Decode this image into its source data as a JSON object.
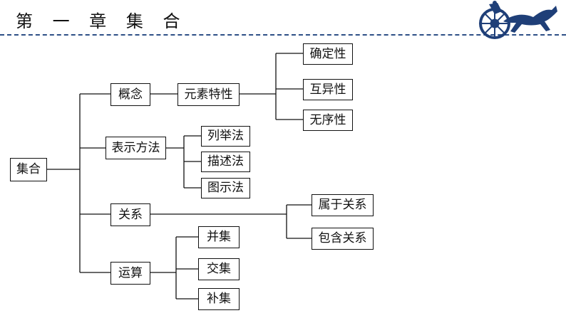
{
  "header": {
    "chapter_title": "第 一 章 集 合"
  },
  "tree": {
    "root": "集合",
    "concept": "概念",
    "element_traits": "元素特性",
    "certainty": "确定性",
    "distinctness": "互异性",
    "unorderedness": "无序性",
    "representation": "表示方法",
    "enumeration": "列举法",
    "description": "描述法",
    "diagram_method": "图示法",
    "relation": "关系",
    "belongs_to": "属于关系",
    "contains": "包含关系",
    "operations": "运算",
    "union": "并集",
    "intersection": "交集",
    "complement": "补集"
  },
  "colors": {
    "line": "#111111",
    "header_rule": "#2d4f86",
    "logo": "#1f3f78"
  }
}
